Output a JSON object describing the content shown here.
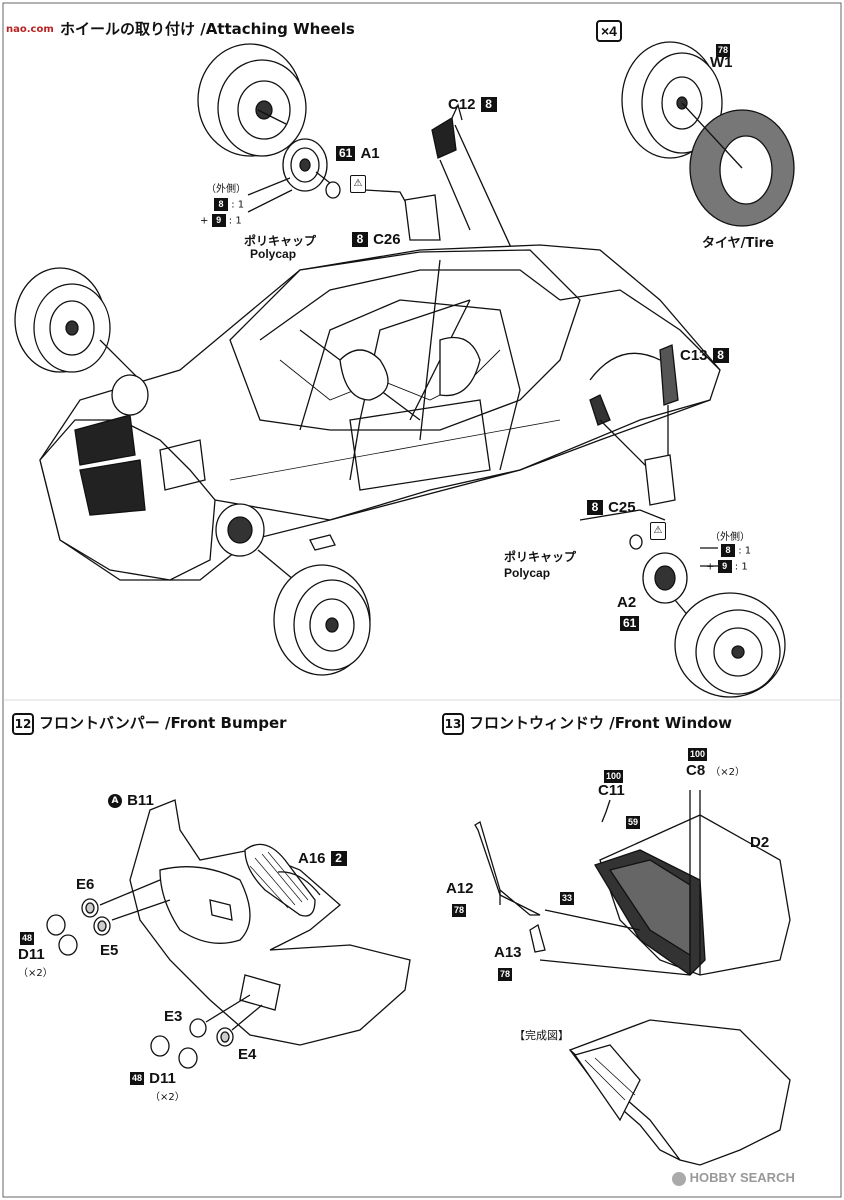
{
  "watermark_top": "nao.com",
  "step11": {
    "title": "ホイールの取り付け /Attaching Wheels"
  },
  "wheel_qty": "×4",
  "parts": {
    "w1": {
      "code": "W1",
      "chip": "78"
    },
    "tire": "タイヤ/Tire",
    "c12": {
      "code": "C12",
      "chip": "8"
    },
    "a1": {
      "code": "A1",
      "chip": "61"
    },
    "c26": {
      "code": "C26",
      "chip": "8"
    },
    "c13": {
      "code": "C13",
      "chip": "8"
    },
    "c25": {
      "code": "C25",
      "chip": "8"
    },
    "a2": {
      "code": "A2",
      "chip": "61"
    }
  },
  "polycap_jp": "ポリキャップ",
  "polycap_en": "Polycap",
  "outer_side": "（外側）",
  "mix": {
    "a_chip": "8",
    "a_ratio": ": 1",
    "plus": "+",
    "b_chip": "9",
    "b_ratio": ": 1"
  },
  "step12": {
    "number": "12",
    "title": "フロントバンパー /Front Bumper",
    "b11": "B11",
    "b11_mark": "A",
    "a16": {
      "code": "A16",
      "chip": "2"
    },
    "e6": "E6",
    "e5": "E5",
    "e3": "E3",
    "e4": "E4",
    "d11_top": {
      "code": "D11",
      "chip": "48",
      "count": "（×2）"
    },
    "d11_bottom": {
      "code": "D11",
      "chip": "48",
      "count": "（×2）"
    }
  },
  "step13": {
    "number": "13",
    "title": "フロントウィンドウ /Front Window",
    "c8": {
      "code": "C8",
      "chip": "100",
      "count": "（×2）"
    },
    "c11": {
      "code": "C11",
      "chip": "100"
    },
    "chip59": "59",
    "chip33": "33",
    "d2": "D2",
    "a12": {
      "code": "A12",
      "chip": "78"
    },
    "a13": {
      "code": "A13",
      "chip": "78"
    },
    "completed": "【完成図】"
  },
  "watermark_bottom": "HOBBY SEARCH"
}
